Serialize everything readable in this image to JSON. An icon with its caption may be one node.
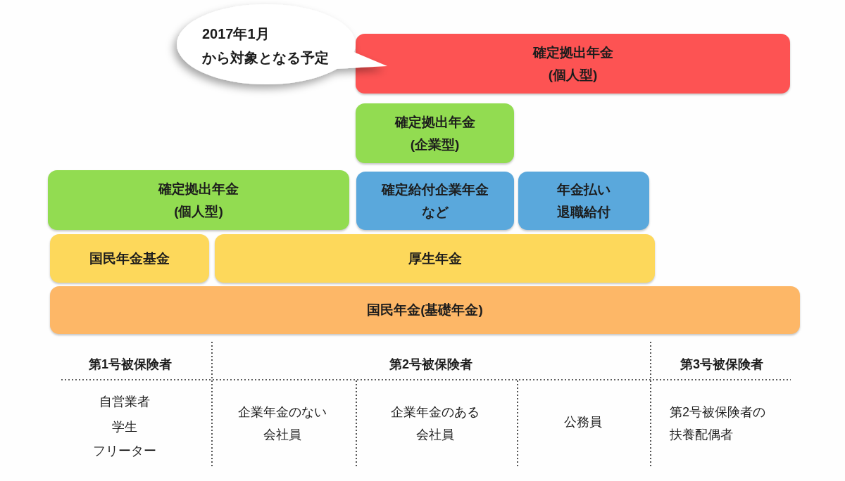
{
  "diagram": {
    "nodes": [
      {
        "text": [
          "2017年1月から対象となる予定"
        ]
      },
      {
        "text": [
          "確定拠出年金(個人型)"
        ]
      },
      {
        "text": [
          "確定拠出年金(企業型)"
        ]
      },
      {
        "text": [
          "確定拠出年金(個人型)"
        ]
      },
      {
        "text": [
          "確定給付企業年金など"
        ]
      },
      {
        "text": [
          "年金払い退職給付"
        ]
      },
      {
        "text": [
          "国民年金基金"
        ]
      },
      {
        "text": [
          "厚生年金"
        ]
      },
      {
        "text": [
          "国民年金(基礎年金)"
        ]
      }
    ],
    "labels": [
      "第1号被保険者",
      "第2号被保険者",
      "第3号被保険者",
      "自営業者",
      "学生",
      "フリーター",
      "企業年金のない会社員",
      "企業年金のある会社員",
      "公務員",
      "第2号被保険者の扶養配偶者"
    ]
  }
}
